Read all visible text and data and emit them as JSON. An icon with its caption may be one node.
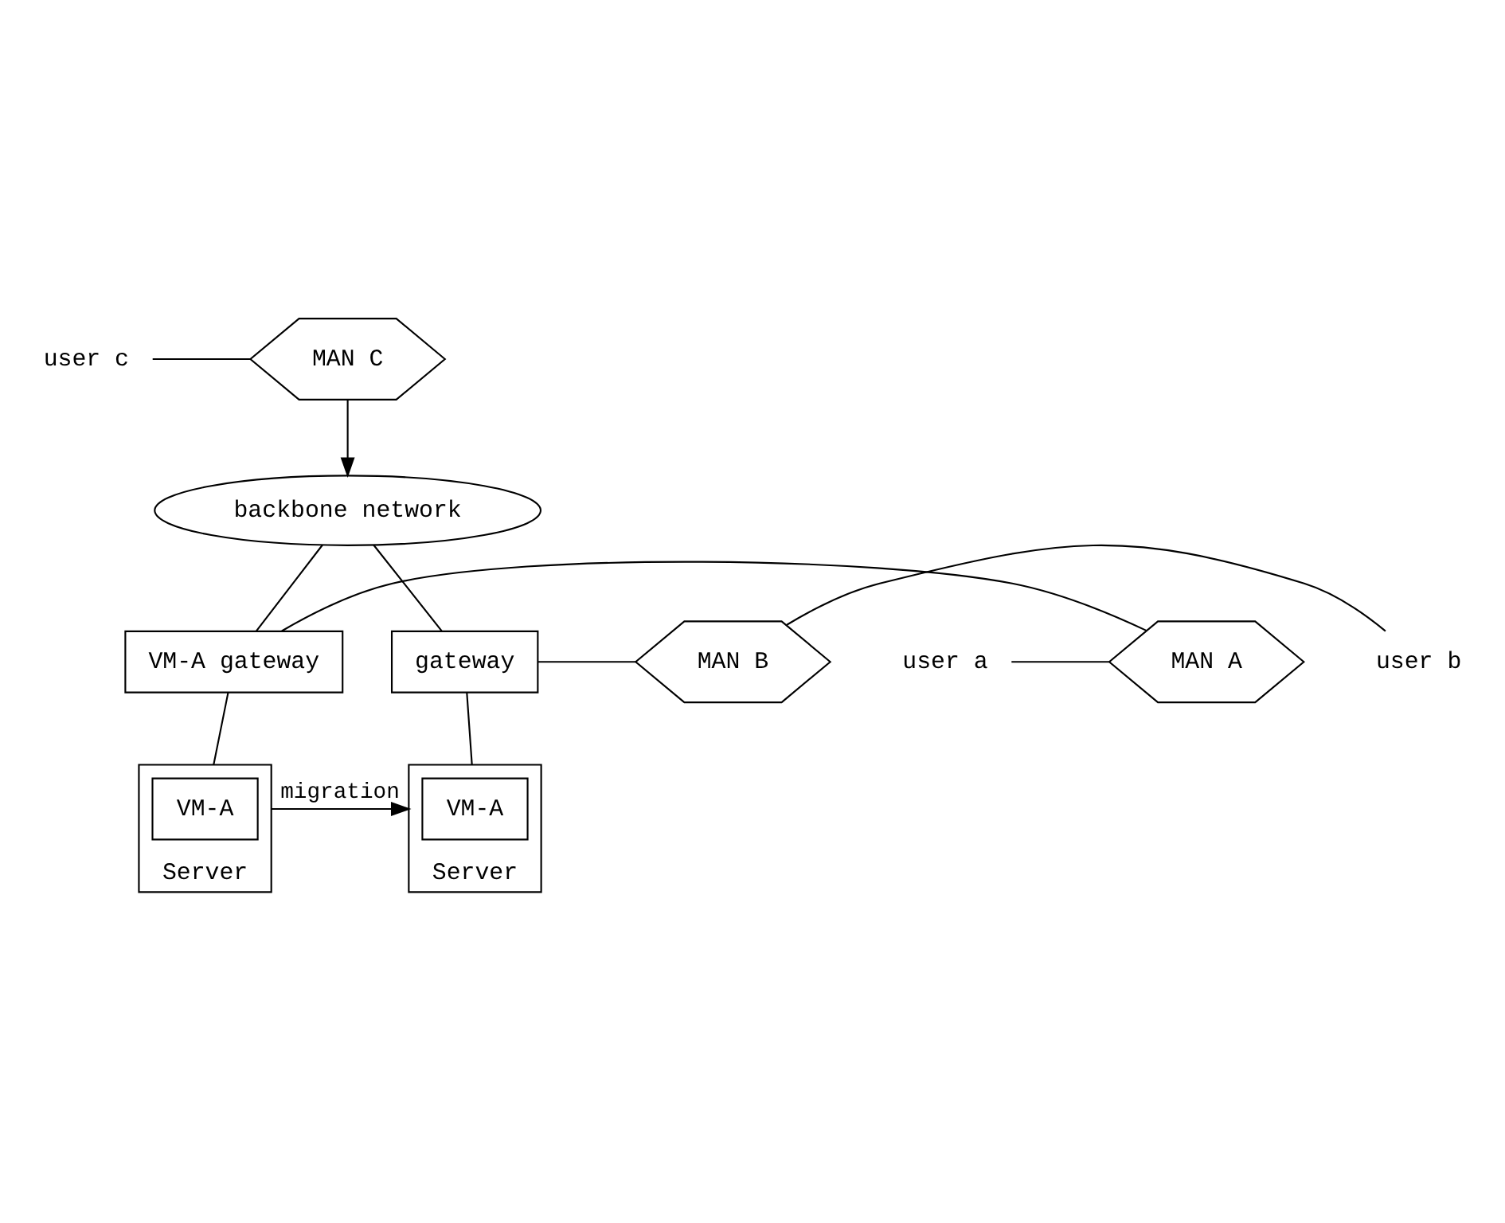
{
  "diagram": {
    "nodes": [
      {
        "text": [
          "MAN C"
        ]
      },
      {
        "text": [
          "user c"
        ]
      },
      {
        "text": [
          "backbone network"
        ]
      },
      {
        "text": [
          "user a"
        ]
      },
      {
        "text": [
          "MAN A"
        ]
      },
      {
        "text": [
          "VM-A gateway"
        ]
      },
      {
        "text": [
          "gateway"
        ]
      },
      {
        "text": [
          "MAN B"
        ]
      },
      {
        "text": [
          "user b"
        ]
      },
      {
        "text": [
          "Server"
        ]
      },
      {
        "text": [
          "VM-A"
        ],
        "in": 9
      },
      {
        "text": [
          "Server"
        ]
      },
      {
        "text": [
          "VM-A"
        ],
        "in": 11
      }
    ],
    "edges": [
      {
        "from": 1,
        "to": 0,
        "arrow": "none"
      },
      {
        "from": 0,
        "to": 2,
        "arrow": "to"
      },
      {
        "from": 2,
        "to": 5,
        "arrow": "none"
      },
      {
        "from": 2,
        "to": 6,
        "arrow": "none"
      },
      {
        "from": 3,
        "to": 4,
        "arrow": "none"
      },
      {
        "from": 4,
        "to": 5,
        "arrow": "none"
      },
      {
        "from": 6,
        "to": 7,
        "arrow": "none"
      },
      {
        "from": 7,
        "to": 8,
        "arrow": "none"
      },
      {
        "from": 5,
        "to": 9,
        "arrow": "none"
      },
      {
        "from": 6,
        "to": 11,
        "arrow": "none"
      },
      {
        "from": 9,
        "to": 11,
        "label": "migration",
        "arrow": "to"
      }
    ]
  }
}
